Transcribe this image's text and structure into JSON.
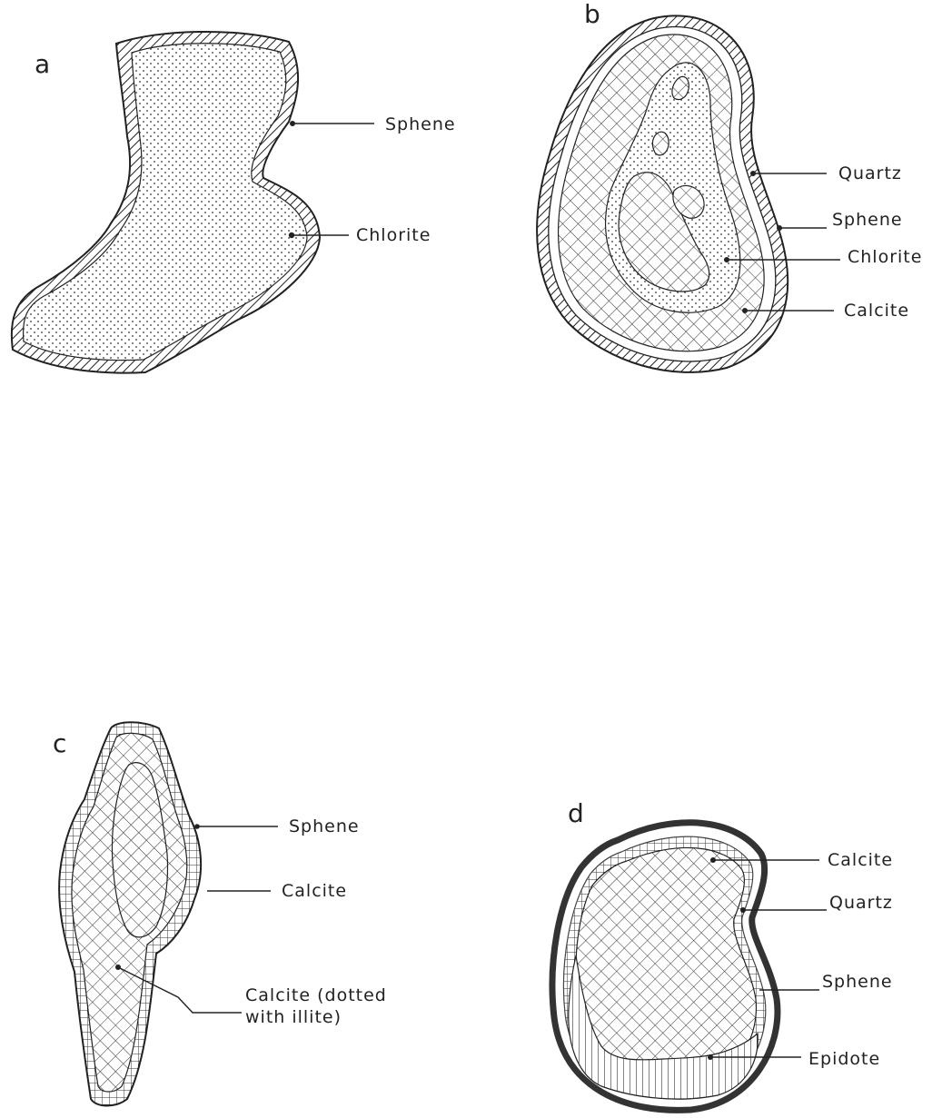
{
  "panels": {
    "a": {
      "letter": "a",
      "labels": {
        "sphene": "Sphene",
        "chlorite": "Chlorite"
      }
    },
    "b": {
      "letter": "b",
      "labels": {
        "quartz": "Quartz",
        "sphene": "Sphene",
        "chlorite": "Chlorite",
        "calcite": "Calcite"
      }
    },
    "c": {
      "letter": "c",
      "labels": {
        "sphene": "Sphene",
        "calcite": "Calcite",
        "calcite_illite_line1": "Calcite (dotted",
        "calcite_illite_line2": "with illite)"
      }
    },
    "d": {
      "letter": "d",
      "labels": {
        "calcite": "Calcite",
        "quartz": "Quartz",
        "sphene": "Sphene",
        "epidote": "Epidote"
      }
    }
  },
  "colors": {
    "ink": "#222222",
    "background": "#ffffff"
  },
  "patterns": [
    "sphene-diagonal-hatch",
    "chlorite-stipple",
    "calcite-crosshatch",
    "quartz-blank",
    "epidote-vertical-lines",
    "sphene-grid"
  ]
}
